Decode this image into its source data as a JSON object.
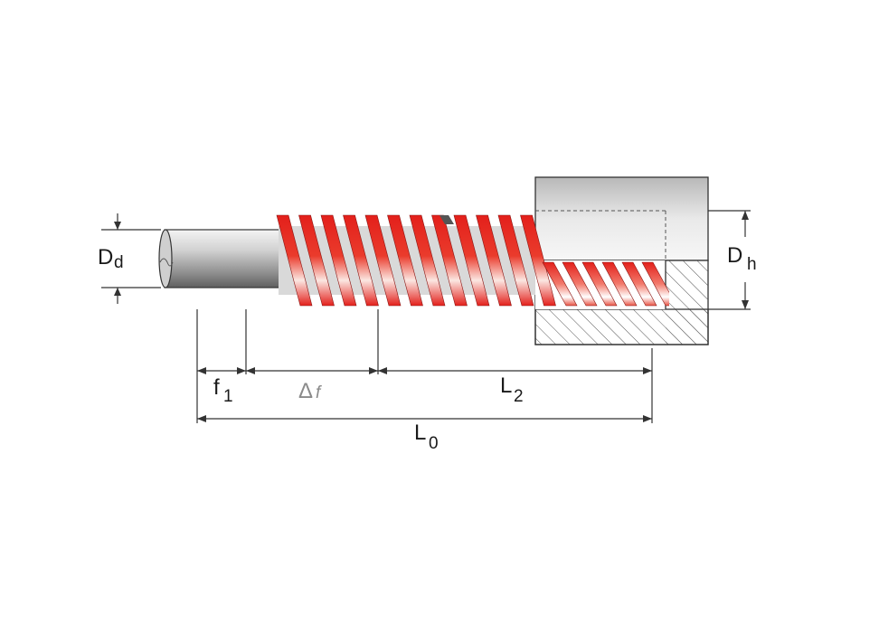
{
  "labels": {
    "rod_diameter": {
      "main": "D",
      "sub": "d"
    },
    "hole_diameter": {
      "main": "D",
      "sub": "h"
    },
    "preload_travel": {
      "main": "f",
      "sub": "1"
    },
    "working_travel": {
      "main": "Δ",
      "sub": "f"
    },
    "installed_length": {
      "main": "L",
      "sub": "2"
    },
    "free_length": {
      "main": "L",
      "sub": "0"
    }
  },
  "colors": {
    "spring_red": "#e3201b",
    "spring_highlight": "#ffffff",
    "rod_grey": "#b9b9b9",
    "housing_grey": "#d8d8d8",
    "line": "#333333"
  }
}
